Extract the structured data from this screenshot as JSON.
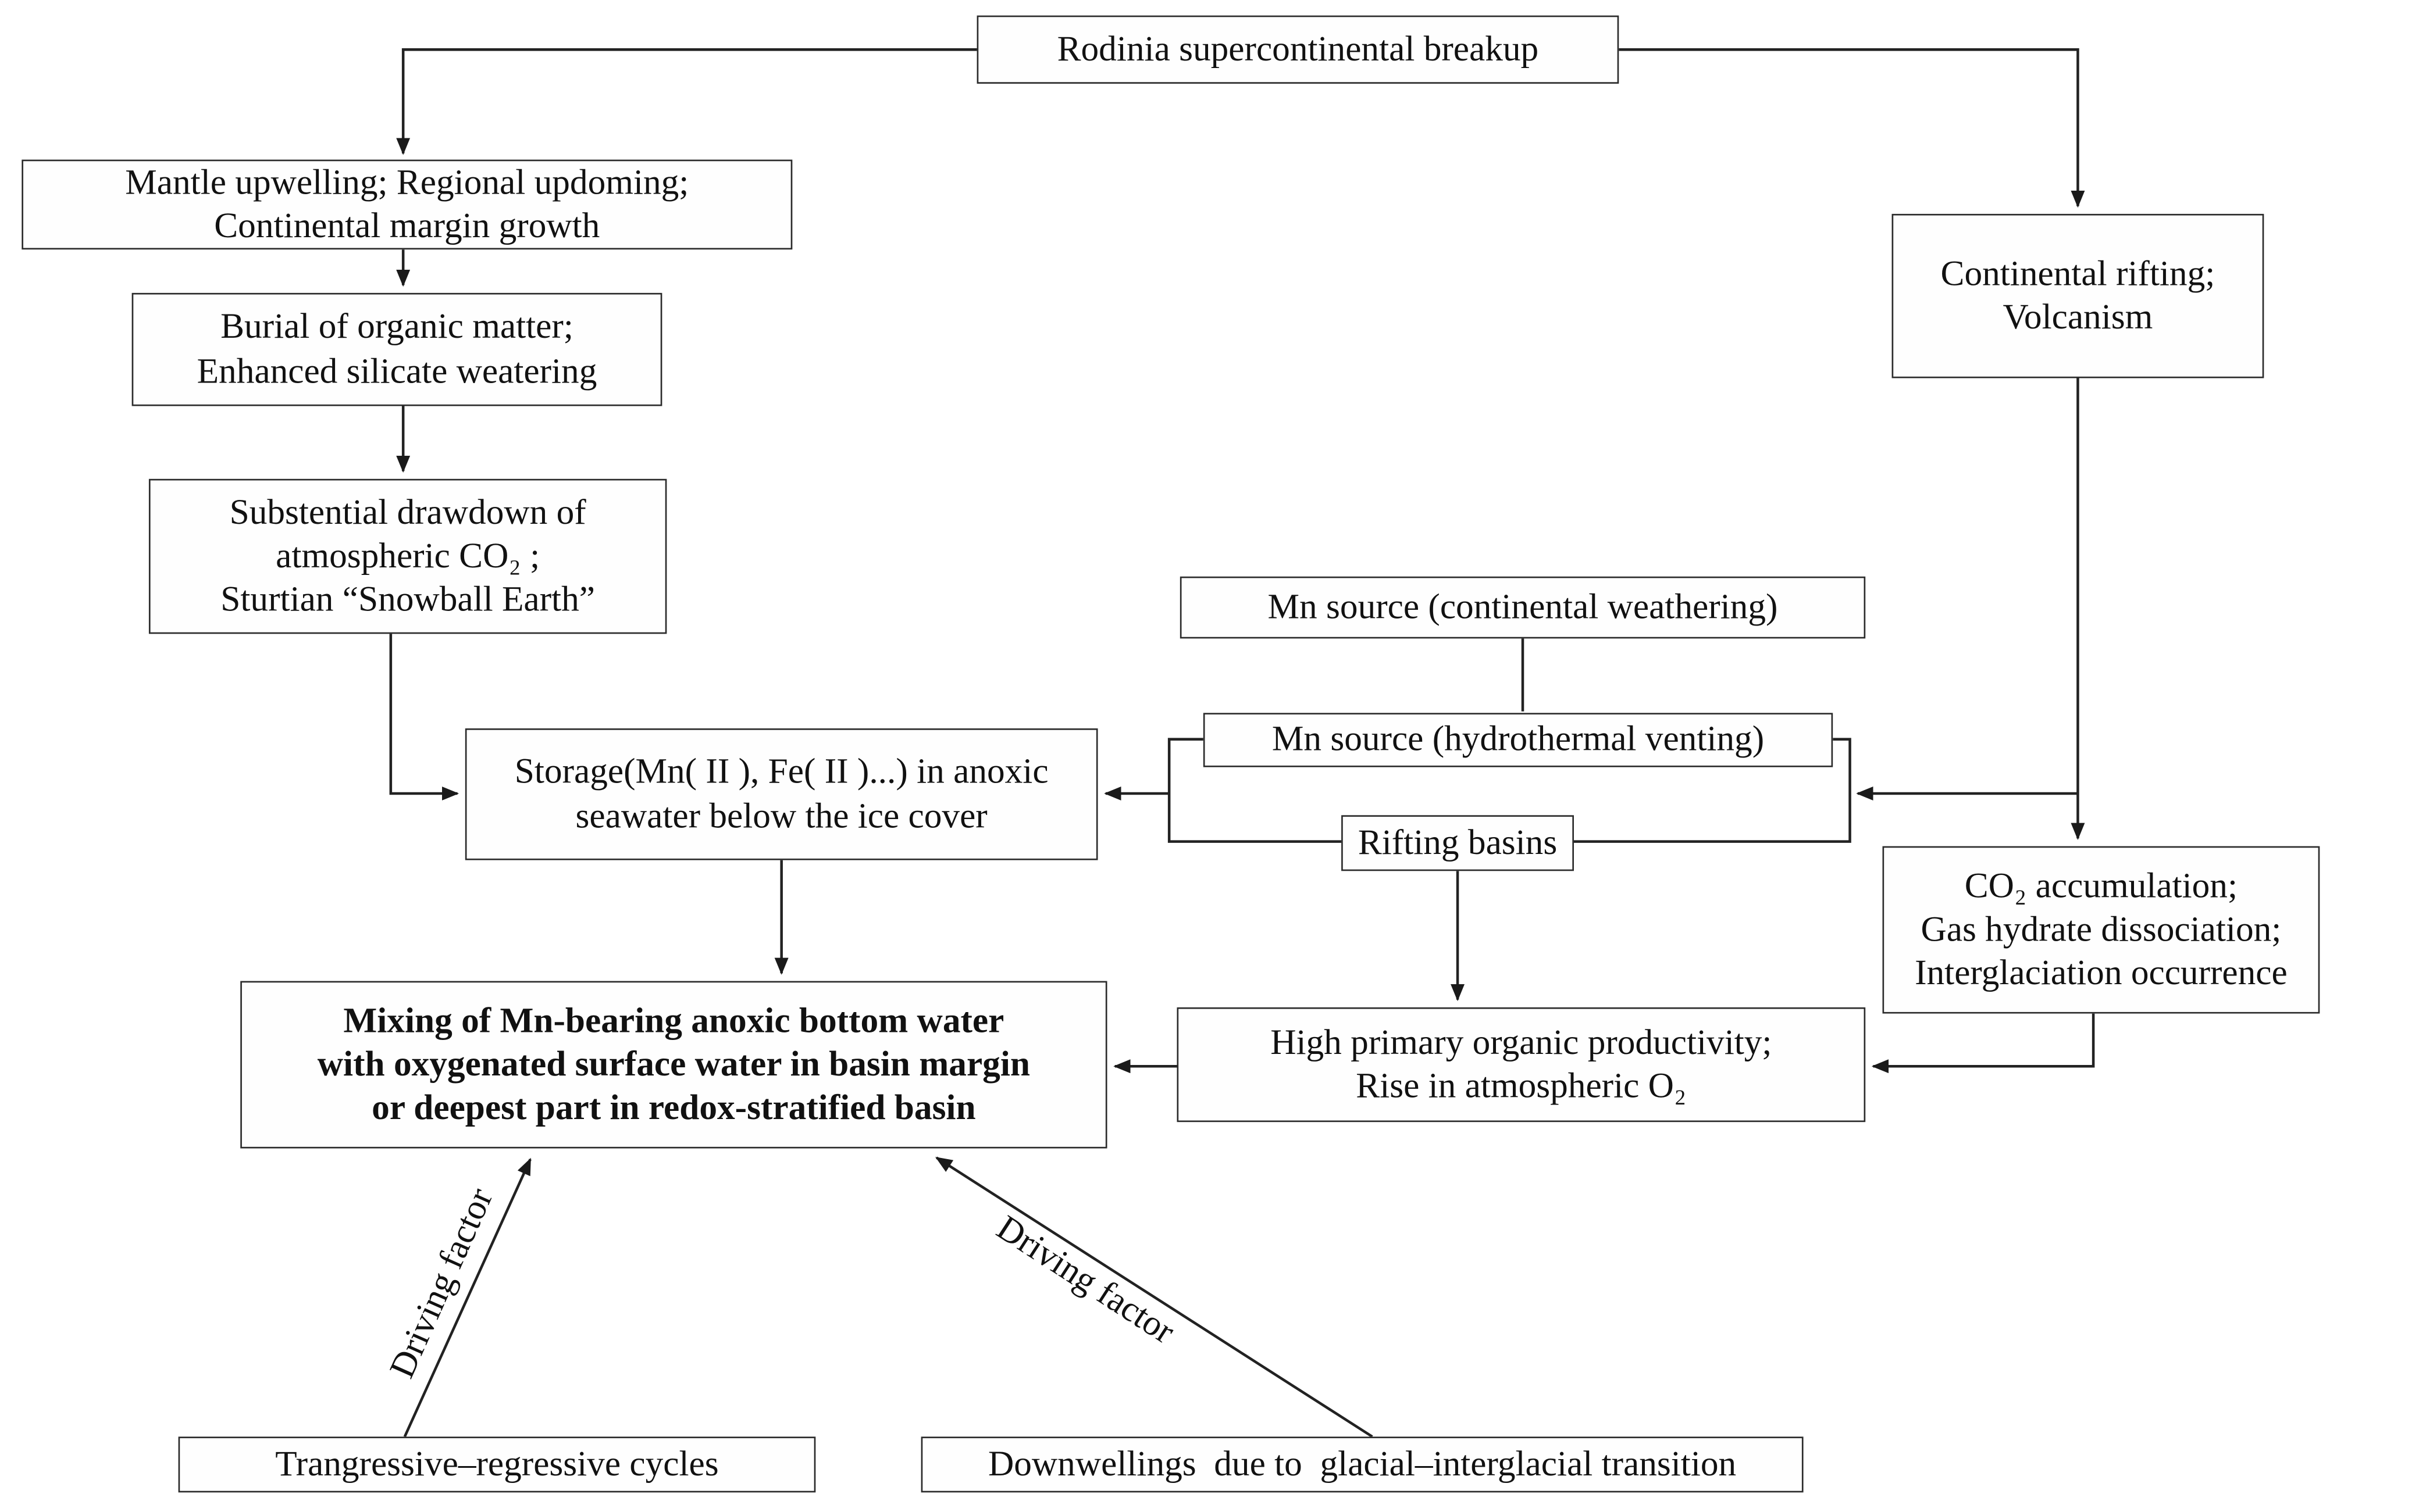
{
  "figure": {
    "type": "flowchart",
    "background": "#ffffff",
    "line_color": "#222222",
    "box_border_color": "#2b2b2b",
    "text_color": "#111111"
  },
  "boxes": {
    "rodinia": {
      "lines": [
        "Rodinia supercontinental breakup"
      ]
    },
    "mantle": {
      "lines": [
        "Mantle upwelling; Regional updoming;",
        "Continental margin growth"
      ]
    },
    "burial": {
      "lines": [
        "Burial of organic matter;",
        "Enhanced silicate weatering"
      ]
    },
    "drawdown": {
      "lines": [
        "Substential drawdown of",
        "atmospheric CO₂ ;",
        "Sturtian “Snowball Earth”"
      ]
    },
    "storage": {
      "lines": [
        "Storage(Mn( II ), Fe( II )...) in anoxic",
        "seawater below the ice cover"
      ]
    },
    "mixing": {
      "lines": [
        "Mixing of Mn-bearing anoxic bottom water",
        "with oxygenated surface water in basin margin",
        "or deepest part in redox-stratified basin"
      ]
    },
    "mn_weathering": {
      "lines": [
        "Mn source (continental weathering)"
      ]
    },
    "mn_hydrothermal": {
      "lines": [
        "Mn source (hydrothermal venting)"
      ]
    },
    "rifting_basins": {
      "lines": [
        "Rifting basins"
      ]
    },
    "continental_rifting": {
      "lines": [
        "Continental rifting;",
        "Volcanism"
      ]
    },
    "co2_accumulation": {
      "lines": [
        "CO₂ accumulation;",
        "Gas hydrate dissociation;",
        "Interglaciation occurrence"
      ]
    },
    "high_primary": {
      "lines": [
        "High primary organic productivity;",
        "Rise in atmospheric O₂"
      ]
    },
    "trangressive": {
      "lines": [
        "Trangressive–regressive cycles"
      ]
    },
    "downwellings": {
      "lines": [
        "Downwellings  due to  glacial–interglacial transition"
      ]
    }
  },
  "labels": {
    "driving_left": "Driving factor",
    "driving_right": "Driving factor"
  }
}
